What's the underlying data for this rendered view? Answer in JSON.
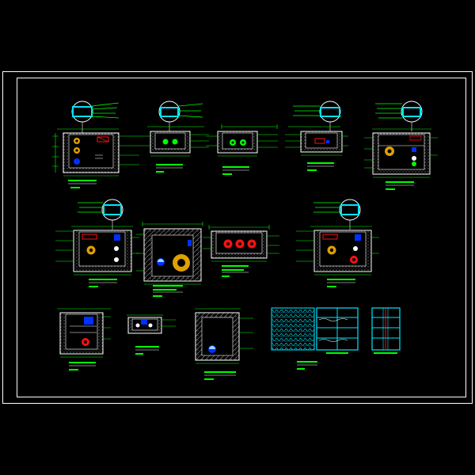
{
  "sheet": {
    "background": "#000000",
    "frame_color": "#ffffff",
    "colors": {
      "wall_outline": "#ffffff",
      "wall_hatch": "#9a9a9a",
      "dimension_green": "#00ff00",
      "cyan": "#00e5ff",
      "red": "#ff1010",
      "orange": "#e0a000",
      "blue": "#0030ff",
      "pale_cyan": "#9ad8ff"
    },
    "drawings": [
      {
        "name": "trench-section-1",
        "caption": "",
        "scale": ""
      },
      {
        "name": "trench-section-2",
        "caption": "",
        "scale": ""
      },
      {
        "name": "trench-section-3",
        "caption": "",
        "scale": ""
      },
      {
        "name": "trench-section-4",
        "caption": "",
        "scale": ""
      },
      {
        "name": "trench-section-5",
        "caption": "",
        "scale": ""
      },
      {
        "name": "trench-section-6",
        "caption": "",
        "scale": ""
      },
      {
        "name": "trench-section-7",
        "caption": "",
        "scale": ""
      },
      {
        "name": "trench-section-8",
        "caption": "",
        "scale": ""
      },
      {
        "name": "trench-section-9",
        "caption": "",
        "scale": ""
      },
      {
        "name": "trench-section-10",
        "caption": "",
        "scale": ""
      },
      {
        "name": "trench-section-11",
        "caption": "",
        "scale": ""
      },
      {
        "name": "trench-section-12",
        "caption": "",
        "scale": ""
      },
      {
        "name": "cover-plate-plan",
        "caption": "",
        "scale": ""
      },
      {
        "name": "grid-detail-1",
        "caption": "",
        "scale": ""
      },
      {
        "name": "grid-detail-2",
        "caption": "",
        "scale": ""
      }
    ]
  }
}
